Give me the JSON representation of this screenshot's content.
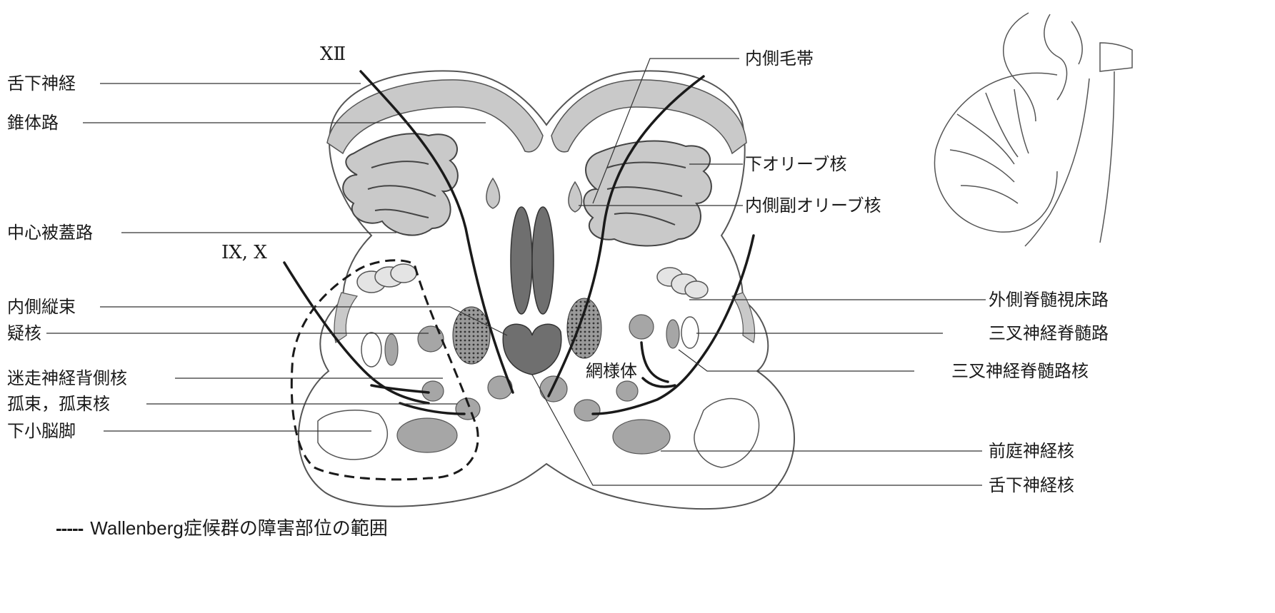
{
  "labels_left": [
    {
      "id": "hypoglossal-nerve",
      "text": "舌下神経"
    },
    {
      "id": "pyramidal-tract",
      "text": "錐体路"
    },
    {
      "id": "central-tegmental-tract",
      "text": "中心被蓋路"
    },
    {
      "id": "mlf",
      "text": "内側縦束"
    },
    {
      "id": "nucleus-ambiguus",
      "text": "疑核"
    },
    {
      "id": "dorsal-vagal-nucleus",
      "text": "迷走神経背側核"
    },
    {
      "id": "solitary-tract",
      "text": "孤束，孤束核"
    },
    {
      "id": "inferior-cerebellar-peduncle",
      "text": "下小脳脚"
    }
  ],
  "labels_right": [
    {
      "id": "medial-lemniscus",
      "text": "内側毛帯"
    },
    {
      "id": "inferior-olive",
      "text": "下オリーブ核"
    },
    {
      "id": "medial-accessory-olive",
      "text": "内側副オリーブ核"
    },
    {
      "id": "lateral-spinothalamic",
      "text": "外側脊髄視床路"
    },
    {
      "id": "spinal-trigeminal-tract",
      "text": "三叉神経脊髄路"
    },
    {
      "id": "spinal-trigeminal-nucleus",
      "text": "三叉神経脊髄路核"
    },
    {
      "id": "vestibular-nucleus",
      "text": "前庭神経核"
    },
    {
      "id": "hypoglossal-nucleus",
      "text": "舌下神経核"
    }
  ],
  "nerve_labels": {
    "xii": "XⅡ",
    "ix_x": "IX, X"
  },
  "inline_labels": {
    "reticular": "網様体"
  },
  "legend": {
    "dash": "-----",
    "text": "Wallenberg症候群の障害部位の範囲"
  },
  "colors": {
    "line": "#1a1a1a",
    "light_gray": "#c9c9c9",
    "mid_gray": "#a6a6a6",
    "dark_gray": "#6f6f6f",
    "outline": "#555555"
  }
}
